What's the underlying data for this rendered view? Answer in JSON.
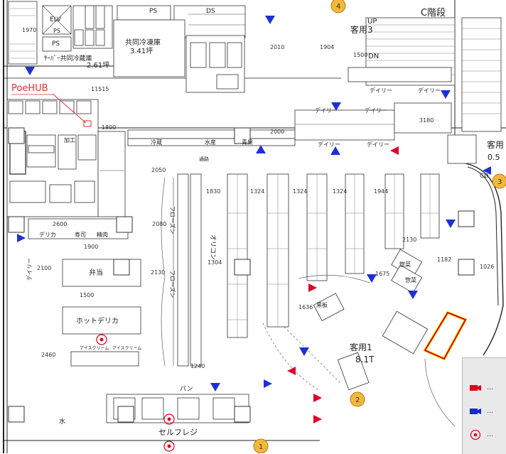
{
  "plan": {
    "rooms": {
      "elv": "ELV",
      "ps_top_left": "PS",
      "ps_top_mid": "PS",
      "ds": "DS",
      "ps_small": "PS",
      "freezer_room": "共同冷凍庫",
      "freezer_area": "3.41坪",
      "server_room": "ｻｰﾊﾞｰ共同冷蔵庫",
      "server_area": "2.61坪",
      "stairs_c": "C階段",
      "guest3": "客用3",
      "guest2": "客用",
      "guest2_area": "0.5",
      "guest1": "客用1",
      "guest1_area": "8.1T",
      "self_register": "セルフレジ",
      "bento": "弁当",
      "hot_delica": "ホットデリカ",
      "delica": "デリカ",
      "sushi": "寿司",
      "seizai": "精肉",
      "oricon": "オリコン",
      "bread": "パン",
      "water": "水",
      "up": "UP",
      "dn": "DN",
      "gd": "GD",
      "ice_cream_1": "アイスクリーム",
      "ice_cream_2": "アイスクリーム",
      "daily_1": "デイリー",
      "daily_2": "デイリー",
      "daily_3": "デイリー",
      "daily_4": "デイリー",
      "daily_5": "デイリー",
      "daily_6": "デイリー",
      "daily_left": "デイリー",
      "frozen_1": "フローズン",
      "frozen_2": "フローズン",
      "kokuban": "黒板",
      "sakura_1": "惣菜",
      "sakura_2": "惣菜",
      "suisan": "水産",
      "reizou": "冷蔵",
      "seika": "青果",
      "kakou": "加工",
      "aisle": "通路"
    },
    "callouts": {
      "poe_hub": "PoeHUB"
    },
    "dimensions": {
      "d1970": "1970",
      "d11515": "11515",
      "d1800": "1800",
      "d2050": "2050",
      "d2010": "2010",
      "d2600": "2600",
      "d2080": "2080",
      "d1900": "1900",
      "d2100": "2100",
      "d2130": "2130",
      "d1500": "1500",
      "d2460": "2460",
      "d2000": "2000",
      "d3180": "3180",
      "d1904": "1904",
      "d1500b": "1500",
      "d1830": "1830",
      "d1324a": "1324",
      "d1324b": "1324",
      "d1324c": "1324",
      "d1944": "1944",
      "d1304": "1304",
      "d2130b": "2130",
      "d1182": "1182",
      "d1026": "1026",
      "d1675": "1675",
      "d1636": "1636",
      "d1240": "1240"
    },
    "markers": {
      "m1": "1",
      "m2": "2",
      "m3": "3",
      "m4": "4"
    }
  },
  "legend": {
    "dots_1": "…",
    "dots_2": "…",
    "dots_3": "…",
    "colors": {
      "red_camera": "#e0001b",
      "blue_camera": "#1428d8",
      "target": "#e0001b"
    }
  },
  "colors": {
    "camera_blue": "#1f2fd6",
    "camera_red": "#e0002a",
    "marker_fill": "#f3b83a",
    "marker_stroke": "#b07a10",
    "highlight_yellow": "#f7ef2a",
    "highlight_red": "#e00000"
  }
}
